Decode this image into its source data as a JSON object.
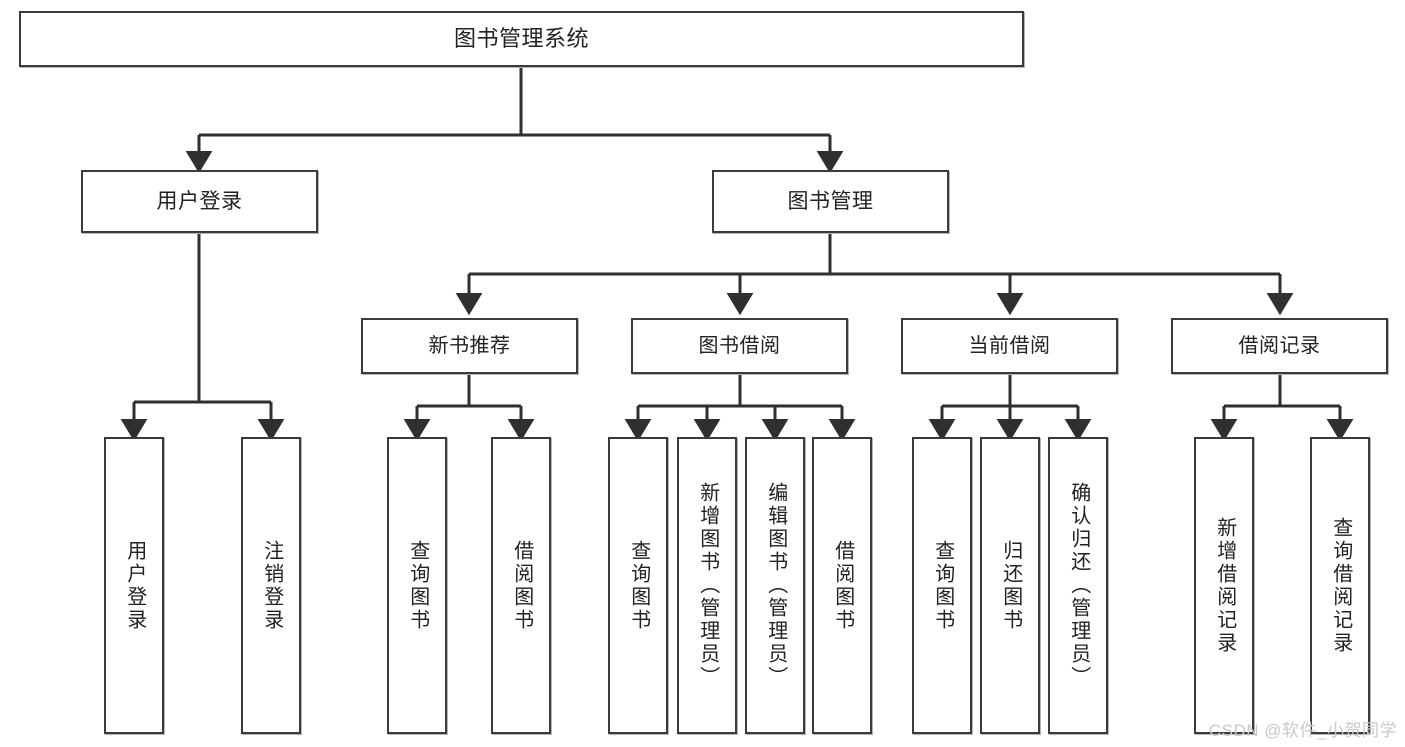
{
  "diagram": {
    "title": "图书管理系统",
    "type": "tree",
    "root": {
      "label": "图书管理系统"
    },
    "level2": [
      {
        "label": "用户登录"
      },
      {
        "label": "图书管理"
      }
    ],
    "level3": [
      {
        "label": "新书推荐"
      },
      {
        "label": "图书借阅"
      },
      {
        "label": "当前借阅"
      },
      {
        "label": "借阅记录"
      }
    ],
    "leaves": {
      "user_login": [
        {
          "label": "用户登录"
        },
        {
          "label": "注销登录"
        }
      ],
      "new_book_recommend": [
        {
          "label": "查询图书"
        },
        {
          "label": "借阅图书"
        }
      ],
      "book_borrow": [
        {
          "label": "查询图书"
        },
        {
          "label": "新增图书（管理员）"
        },
        {
          "label": "编辑图书（管理员）"
        },
        {
          "label": "借阅图书"
        }
      ],
      "current_borrow": [
        {
          "label": "查询图书"
        },
        {
          "label": "归还图书"
        },
        {
          "label": "确认归还（管理员）"
        }
      ],
      "borrow_record": [
        {
          "label": "新增借阅记录"
        },
        {
          "label": "查询借阅记录"
        }
      ]
    }
  },
  "watermark": {
    "text": "CSDN @软件_小贺同学"
  },
  "colors": {
    "border": "#3b3b3b",
    "text": "#222222",
    "background": "#ffffff",
    "watermark": "#c9c9c9"
  }
}
